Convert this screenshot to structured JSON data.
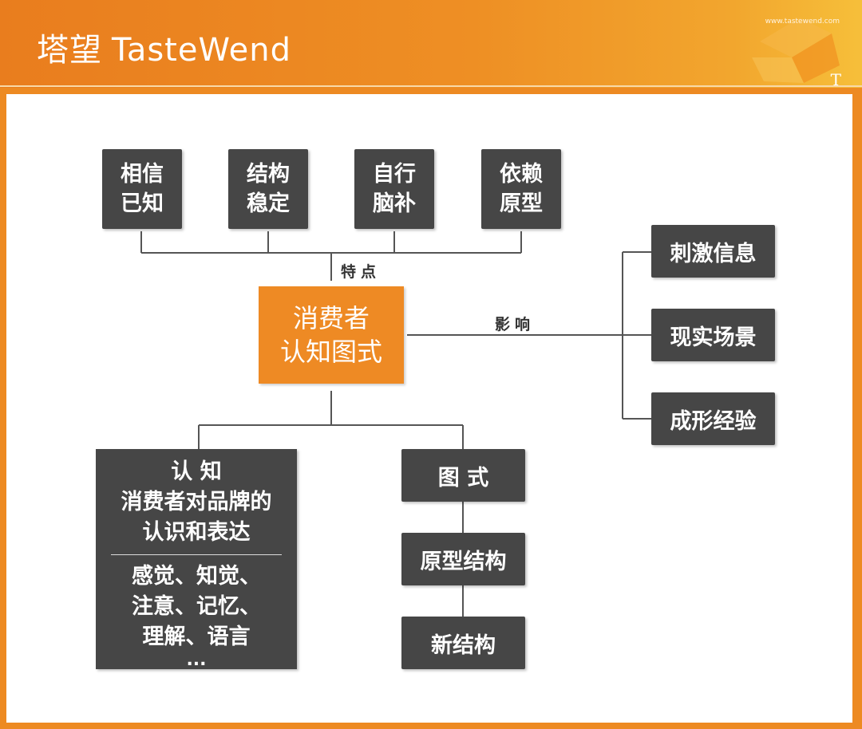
{
  "header": {
    "brand_cn": "塔望",
    "brand_en": "TasteWend",
    "url": "www.tastewend.com",
    "corner_mark": "T"
  },
  "diagram": {
    "center": {
      "line1": "消费者",
      "line2": "认知图式"
    },
    "features_label": "特点",
    "features": [
      {
        "line1": "相信",
        "line2": "已知"
      },
      {
        "line1": "结构",
        "line2": "稳定"
      },
      {
        "line1": "自行",
        "line2": "脑补"
      },
      {
        "line1": "依赖",
        "line2": "原型"
      }
    ],
    "influence_label": "影响",
    "influences": [
      "刺激信息",
      "现实场景",
      "成形经验"
    ],
    "cognition": {
      "title": "认 知",
      "desc_line1": "消费者对品牌的",
      "desc_line2": "认识和表达",
      "items_line1": "感觉、知觉、",
      "items_line2": "注意、记忆、",
      "items_line3": "理解、语言",
      "items_line4": "..."
    },
    "schema": [
      "图 式",
      "原型结构",
      "新结构"
    ]
  },
  "colors": {
    "orange": "#ee8a24",
    "dark_box": "#464646",
    "line": "#555555",
    "panel": "#ffffff"
  }
}
